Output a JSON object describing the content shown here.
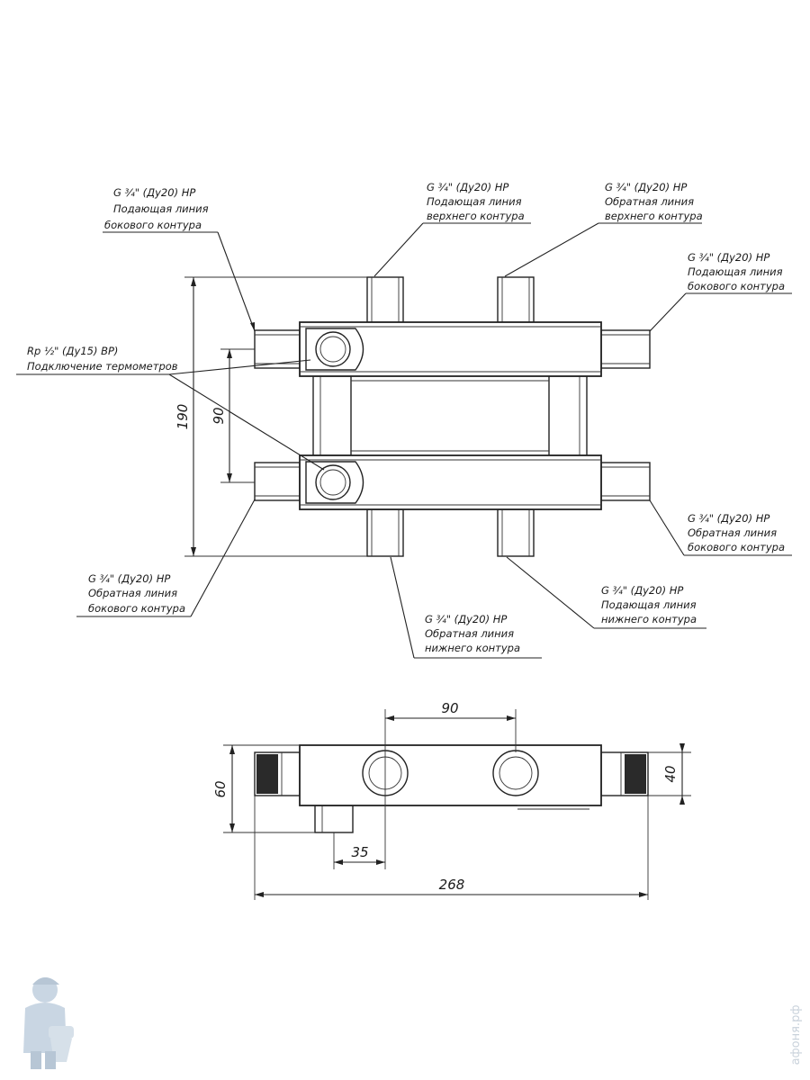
{
  "callouts": {
    "top_left": {
      "line1": "G ¾\" (Ду20) НР",
      "line2": "Подающая линия",
      "line3": "бокового контура"
    },
    "top_mid": {
      "line1": "G ¾\" (Ду20) НР",
      "line2": "Подающая линия",
      "line3": "верхнего контура"
    },
    "top_right": {
      "line1": "G ¾\" (Ду20) НР",
      "line2": "Обратная линия",
      "line3": "верхнего контура"
    },
    "right_upper": {
      "line1": "G ¾\" (Ду20) НР",
      "line2": "Подающая линия",
      "line3": "бокового контура"
    },
    "thermo": {
      "line1": "Rp ½\" (Ду15) ВР)",
      "line2": "Подключение термометров"
    },
    "right_lower": {
      "line1": "G ¾\" (Ду20) НР",
      "line2": "Обратная линия",
      "line3": "бокового контура"
    },
    "bottom_left": {
      "line1": "G ¾\" (Ду20) НР",
      "line2": "Обратная линия",
      "line3": "бокового контура"
    },
    "bottom_right": {
      "line1": "G ¾\" (Ду20) НР",
      "line2": "Подающая линия",
      "line3": "нижнего контура"
    },
    "bottom_mid": {
      "line1": "G ¾\" (Ду20) НР",
      "line2": "Обратная линия",
      "line3": "нижнего контура"
    }
  },
  "dimensions": {
    "front_height": "190",
    "front_spacing": "90",
    "top_spacing": "90",
    "top_height": "60",
    "top_right_height": "40",
    "top_offset": "35",
    "top_length": "268"
  },
  "watermark": "афоня.рф",
  "colors": {
    "line": "#222222",
    "background": "#ffffff",
    "mascot": "#b8c9da"
  }
}
